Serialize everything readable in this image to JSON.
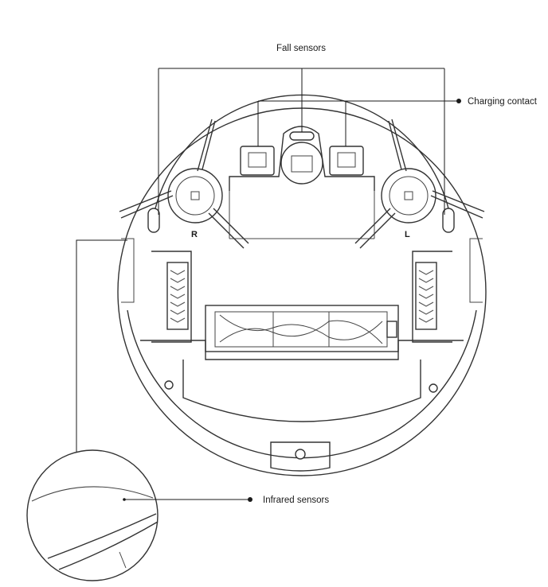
{
  "callouts": {
    "fall_sensors": "Fall sensors",
    "charging_contact": "Charging contact",
    "infrared_sensors": "Infrared sensors"
  },
  "brush_marks": {
    "right": "R",
    "left": "L"
  },
  "icons": [
    "robot-vacuum-bottom-view",
    "side-brush",
    "main-brush",
    "drive-wheel",
    "caster-wheel",
    "sensor-magnifier"
  ]
}
